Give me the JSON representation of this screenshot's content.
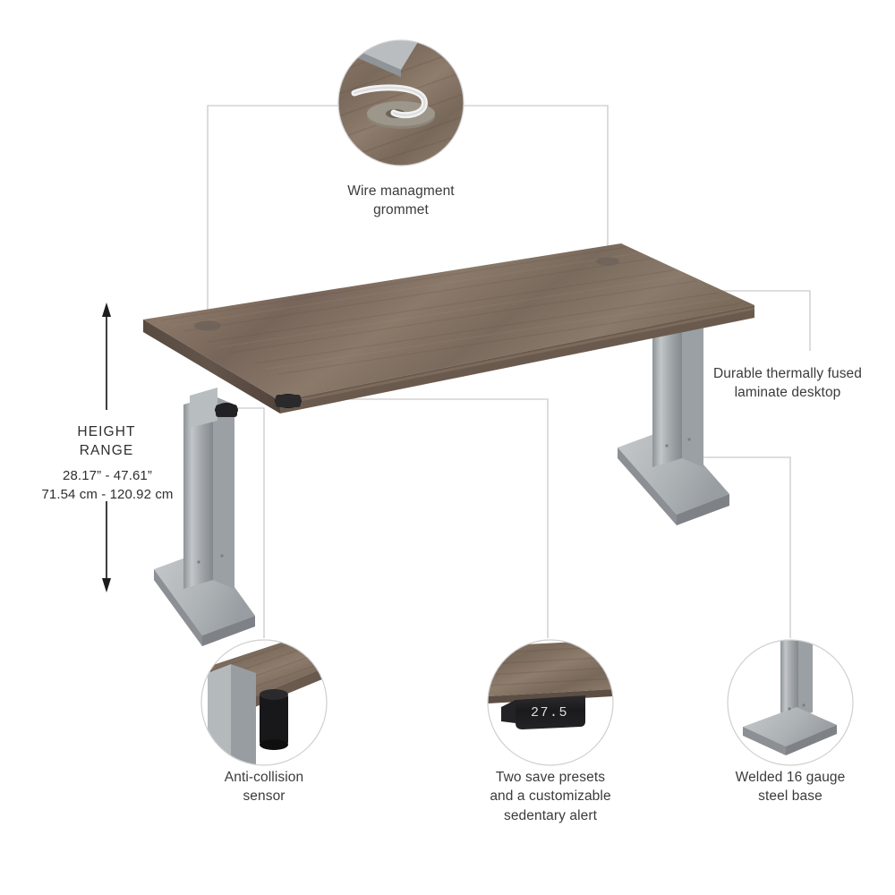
{
  "diagram": {
    "title": "Height adjustable desk feature callouts",
    "background_color": "#ffffff",
    "text_color": "#3b3b3b",
    "leader_line_color": "#c9c9c9",
    "arrow_color": "#1c1c1c",
    "desktop_color": "#7d6a5c",
    "desktop_edge_color": "#5d4e44",
    "base_color": "#a9adb0",
    "base_dark_color": "#8b9094",
    "sensor_color": "#1b1b1b",
    "display_color": "#d8dde0"
  },
  "height_range": {
    "title": "HEIGHT\nRANGE",
    "imperial": "28.17” - 47.61”",
    "metric": "71.54 cm - 120.92 cm",
    "arrow": "double-headed-vertical-arrow"
  },
  "callouts": [
    {
      "id": "grommet",
      "label": "Wire managment\ngrommet",
      "icon": "grommet-circle-icon",
      "position": "top-center"
    },
    {
      "id": "laminate",
      "label": "Durable thermally fused\nlaminate desktop",
      "icon": "desktop-surface-icon",
      "position": "right"
    },
    {
      "id": "anti-collision",
      "label": "Anti-collision\nsensor",
      "icon": "sensor-circle-icon",
      "position": "bottom-left"
    },
    {
      "id": "presets",
      "label": "Two save presets\nand a customizable\nsedentary alert",
      "icon": "control-panel-circle-icon",
      "position": "bottom-center"
    },
    {
      "id": "steel-base",
      "label": "Welded 16 gauge\nsteel base",
      "icon": "steel-base-circle-icon",
      "position": "bottom-right"
    }
  ],
  "control_panel": {
    "display_value": "27.5"
  }
}
